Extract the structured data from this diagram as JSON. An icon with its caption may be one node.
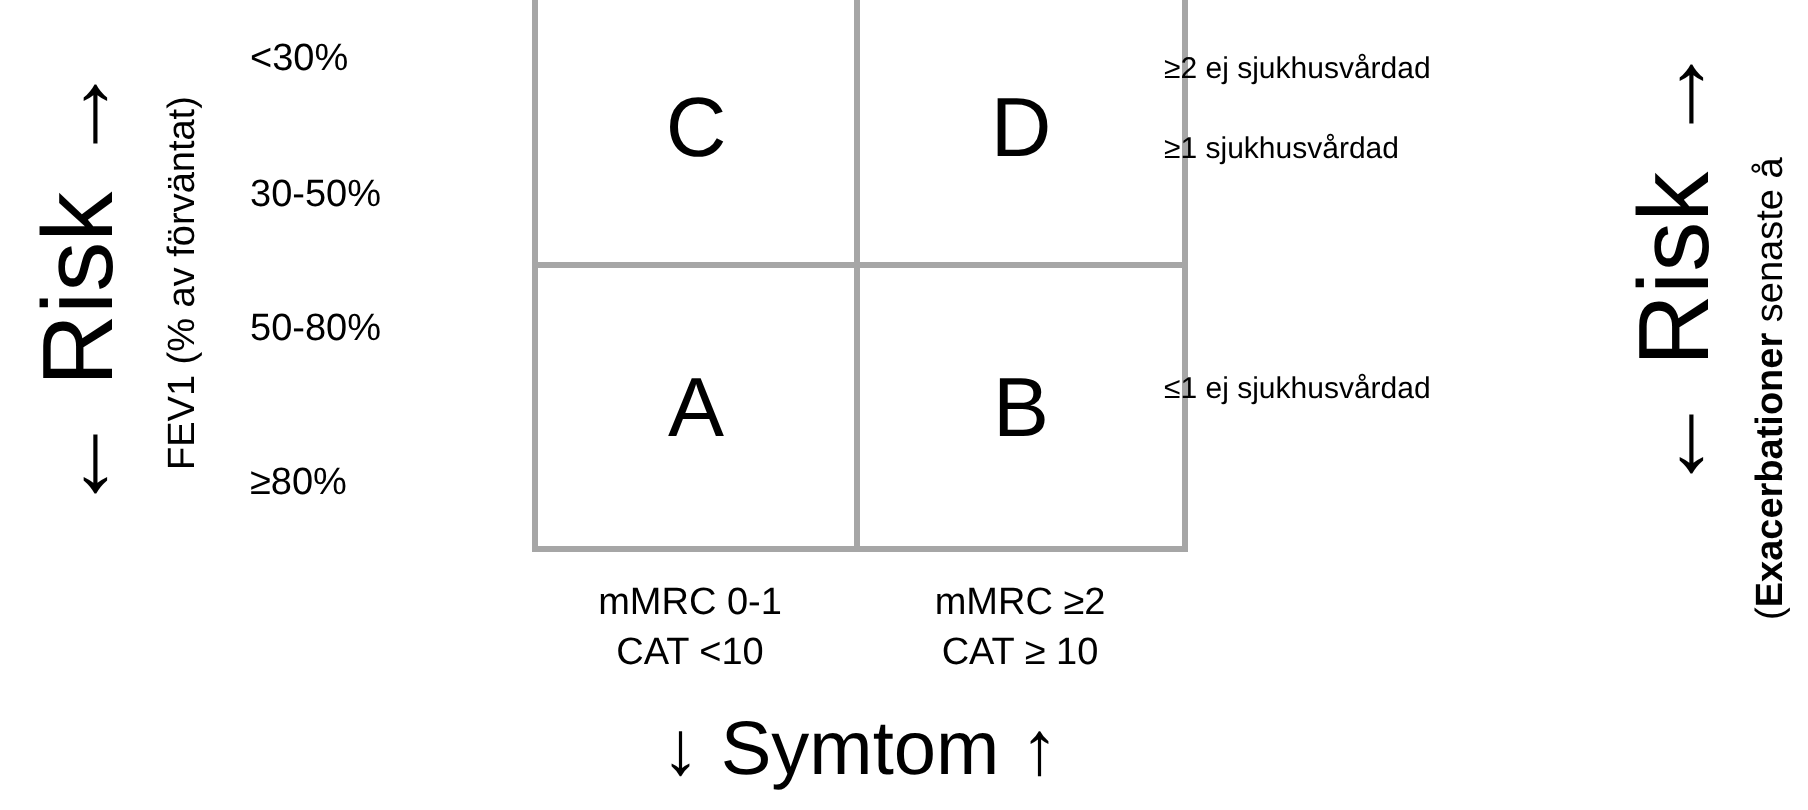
{
  "diagram": {
    "nodes": [
      {
        "text": [
          "C"
        ]
      },
      {
        "text": [
          "D"
        ]
      },
      {
        "text": [
          "A"
        ]
      },
      {
        "text": [
          "B"
        ]
      }
    ],
    "labels": [
      "← Risk →",
      "FEV1 (% av förväntat)",
      "<30%",
      "30-50%",
      "50-80%",
      "≥80%",
      "≥2 ej sjukhusvårdad",
      "≥1 sjukhusvårdad",
      "≤1 ej sjukhusvårdad",
      "mMRC 0-1 CAT <10",
      "mMRC ≥2 CAT ≥ 10",
      "↓ Symtom ↑",
      "← Risk →",
      "(**Exacerbationer** senaste å"
    ]
  }
}
